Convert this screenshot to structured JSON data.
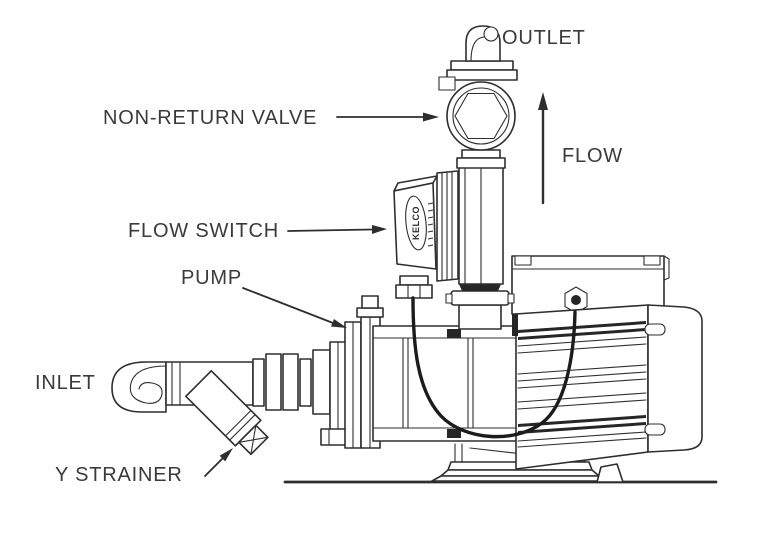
{
  "diagram": {
    "labels": {
      "outlet": "OUTLET",
      "non_return_valve": "NON-RETURN VALVE",
      "flow_switch": "FLOW SWITCH",
      "pump": "PUMP",
      "inlet": "INLET",
      "y_strainer": "Y STRAINER",
      "flow": "FLOW"
    },
    "brand": "KELCO",
    "colors": {
      "background": "#ffffff",
      "line": "#2e2e2e",
      "text": "#3a3a3a",
      "fill_dark": "#262626"
    }
  }
}
